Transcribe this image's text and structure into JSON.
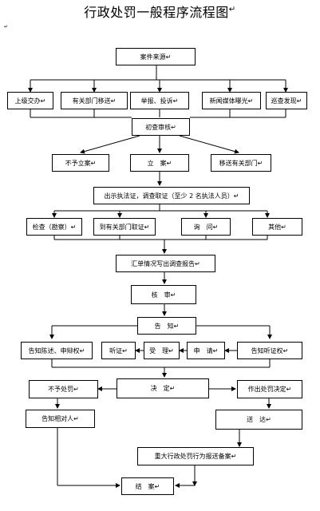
{
  "title": "行政处罚一般程序流程图",
  "title_mark": "↵",
  "corner_mark": "↵",
  "nodes": {
    "case_source": "案件来源↵",
    "src_superior": "上级交办↵",
    "src_dept_transfer": "有关部门移送↵",
    "src_report": "举报、投诉↵",
    "src_media": "新闻媒体曝光↵",
    "src_inspection": "巡查发现↵",
    "initial_review": "初查审核↵",
    "not_filed": "不予立案↵",
    "filed": "立　案↵",
    "transfer_dept": "移送有关部门↵",
    "investigation": "出示执法证，调查取证（至少 2 名执法人员）↵",
    "inspect": "检查（勘察）↵",
    "dept_evidence": "到有关部门取证↵",
    "inquiry": "询　问↵",
    "other": "其他↵",
    "summary_report": "汇单情况写出调查报告↵",
    "review": "核　审↵",
    "notify": "告　知↵",
    "notify_defense": "告知陈述、申辩权↵",
    "hearing": "听证↵",
    "accept": "受　理↵",
    "apply": "申　请↵",
    "notify_hearing": "告知听证权↵",
    "no_penalty": "不予处罚↵",
    "decide": "决　定↵",
    "penalty_decision": "作出处罚决定↵",
    "notify_party": "告知相对人↵",
    "deliver": "送　达↵",
    "major_report": "重大行政处罚行为报送备案↵",
    "close": "结　案↵"
  }
}
